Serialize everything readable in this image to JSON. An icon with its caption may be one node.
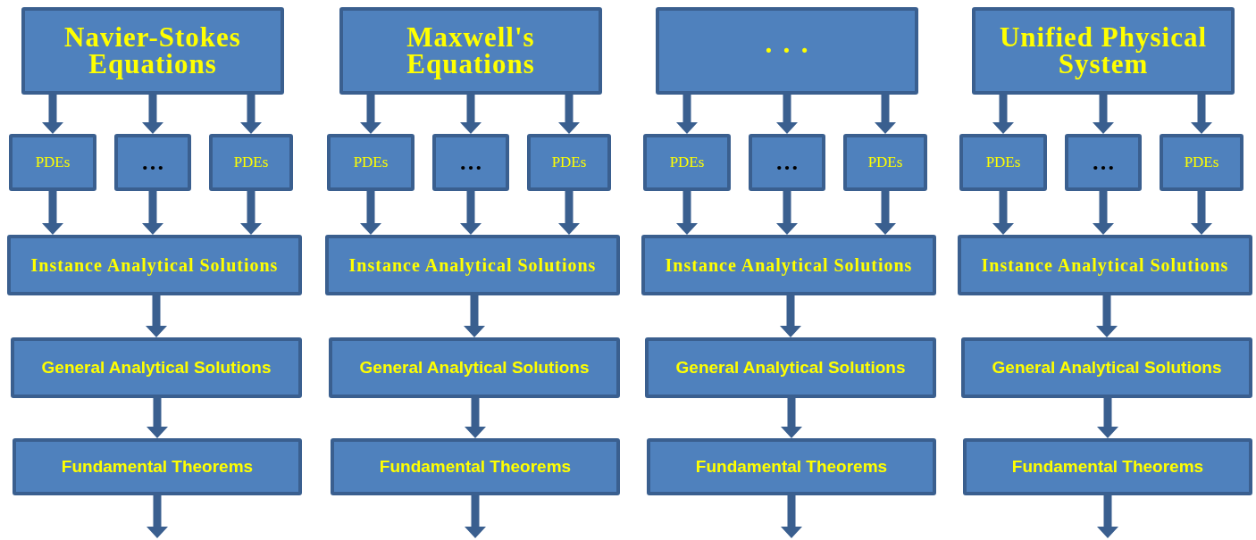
{
  "diagram": {
    "nodes": [
      {
        "text": [
          "Navier-Stokes Equations"
        ]
      },
      {
        "text": [
          "PDEs"
        ]
      },
      {
        "text": [
          "…"
        ]
      },
      {
        "text": [
          "PDEs"
        ]
      },
      {
        "text": [
          "Instance Analytical Solutions"
        ]
      },
      {
        "text": [
          "General Analytical Solutions"
        ]
      },
      {
        "text": [
          "Fundamental Theorems"
        ]
      },
      {
        "text": [
          "Maxwell's Equations"
        ]
      },
      {
        "text": [
          "PDEs"
        ]
      },
      {
        "text": [
          "…"
        ]
      },
      {
        "text": [
          "PDEs"
        ]
      },
      {
        "text": [
          "Instance Analytical Solutions"
        ]
      },
      {
        "text": [
          "General Analytical Solutions"
        ]
      },
      {
        "text": [
          "Fundamental Theorems"
        ]
      },
      {
        "text": [
          "· · ·"
        ]
      },
      {
        "text": [
          "PDEs"
        ]
      },
      {
        "text": [
          "…"
        ]
      },
      {
        "text": [
          "PDEs"
        ]
      },
      {
        "text": [
          "Instance Analytical Solutions"
        ]
      },
      {
        "text": [
          "General Analytical Solutions"
        ]
      },
      {
        "text": [
          "Fundamental Theorems"
        ]
      },
      {
        "text": [
          "Unified Physical System"
        ]
      },
      {
        "text": [
          "PDEs"
        ]
      },
      {
        "text": [
          "…"
        ]
      },
      {
        "text": [
          "PDEs"
        ]
      },
      {
        "text": [
          "Instance Analytical Solutions"
        ]
      },
      {
        "text": [
          "General Analytical Solutions"
        ]
      },
      {
        "text": [
          "Fundamental Theorems"
        ]
      }
    ],
    "edges": [
      {
        "from": 0,
        "to": 1,
        "arrow": "to"
      },
      {
        "from": 0,
        "to": 2,
        "arrow": "to"
      },
      {
        "from": 0,
        "to": 3,
        "arrow": "to"
      },
      {
        "from": 1,
        "to": 4,
        "arrow": "to"
      },
      {
        "from": 2,
        "to": 4,
        "arrow": "to"
      },
      {
        "from": 3,
        "to": 4,
        "arrow": "to"
      },
      {
        "from": 4,
        "to": 5,
        "arrow": "to"
      },
      {
        "from": 5,
        "to": 6,
        "arrow": "to"
      },
      {
        "from": 6,
        "to": null,
        "arrow": "to"
      },
      {
        "from": 7,
        "to": 8,
        "arrow": "to"
      },
      {
        "from": 7,
        "to": 9,
        "arrow": "to"
      },
      {
        "from": 7,
        "to": 10,
        "arrow": "to"
      },
      {
        "from": 8,
        "to": 11,
        "arrow": "to"
      },
      {
        "from": 9,
        "to": 11,
        "arrow": "to"
      },
      {
        "from": 10,
        "to": 11,
        "arrow": "to"
      },
      {
        "from": 11,
        "to": 12,
        "arrow": "to"
      },
      {
        "from": 12,
        "to": 13,
        "arrow": "to"
      },
      {
        "from": 13,
        "to": null,
        "arrow": "to"
      },
      {
        "from": 14,
        "to": 15,
        "arrow": "to"
      },
      {
        "from": 14,
        "to": 16,
        "arrow": "to"
      },
      {
        "from": 14,
        "to": 17,
        "arrow": "to"
      },
      {
        "from": 15,
        "to": 18,
        "arrow": "to"
      },
      {
        "from": 16,
        "to": 18,
        "arrow": "to"
      },
      {
        "from": 17,
        "to": 18,
        "arrow": "to"
      },
      {
        "from": 18,
        "to": 19,
        "arrow": "to"
      },
      {
        "from": 19,
        "to": 20,
        "arrow": "to"
      },
      {
        "from": 20,
        "to": null,
        "arrow": "to"
      },
      {
        "from": 21,
        "to": 22,
        "arrow": "to"
      },
      {
        "from": 21,
        "to": 23,
        "arrow": "to"
      },
      {
        "from": 21,
        "to": 24,
        "arrow": "to"
      },
      {
        "from": 22,
        "to": 25,
        "arrow": "to"
      },
      {
        "from": 23,
        "to": 25,
        "arrow": "to"
      },
      {
        "from": 24,
        "to": 25,
        "arrow": "to"
      },
      {
        "from": 25,
        "to": 26,
        "arrow": "to"
      },
      {
        "from": 26,
        "to": 27,
        "arrow": "to"
      },
      {
        "from": 27,
        "to": null,
        "arrow": "to"
      }
    ]
  }
}
